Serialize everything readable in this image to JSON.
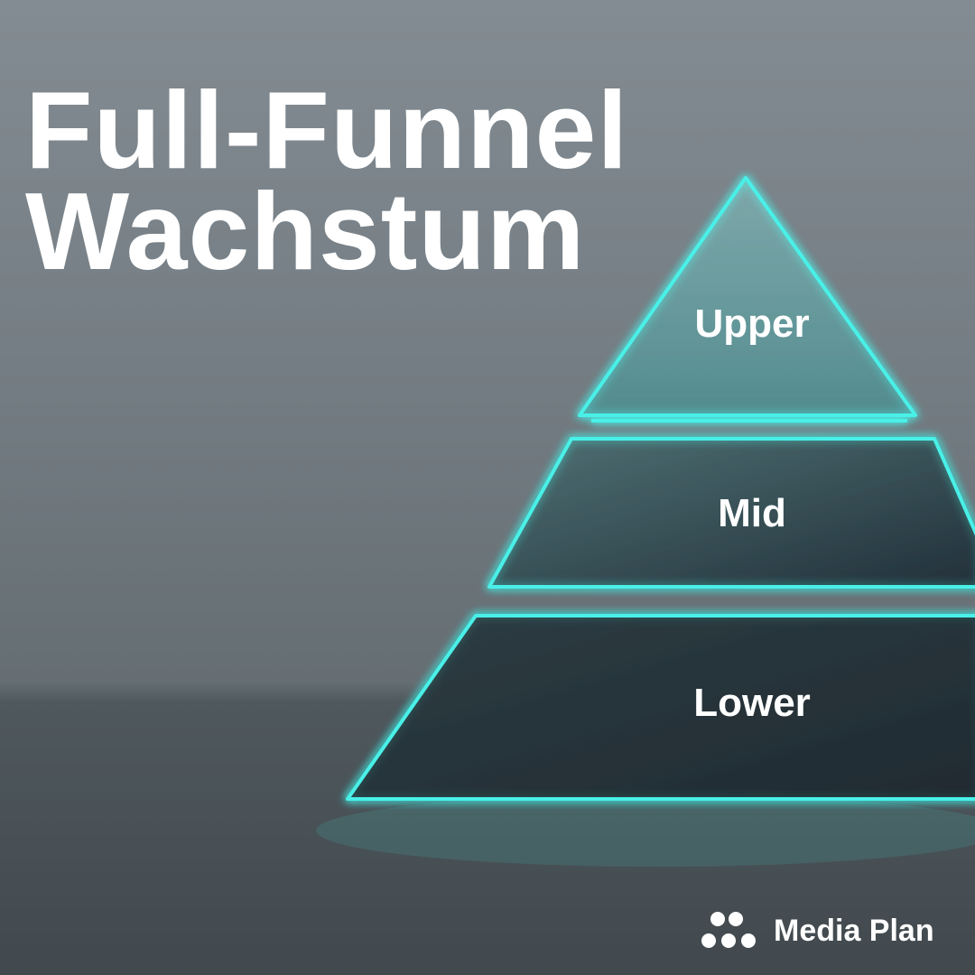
{
  "title": {
    "line1": "Full-Funnel",
    "line2": "Wachstum"
  },
  "pyramid": {
    "levels": [
      {
        "label": "Upper"
      },
      {
        "label": "Mid"
      },
      {
        "label": "Lower"
      }
    ],
    "glow_color": "#3ee6df"
  },
  "brand": {
    "name": "Media Plan",
    "icon": "five-dots-logo-icon"
  }
}
